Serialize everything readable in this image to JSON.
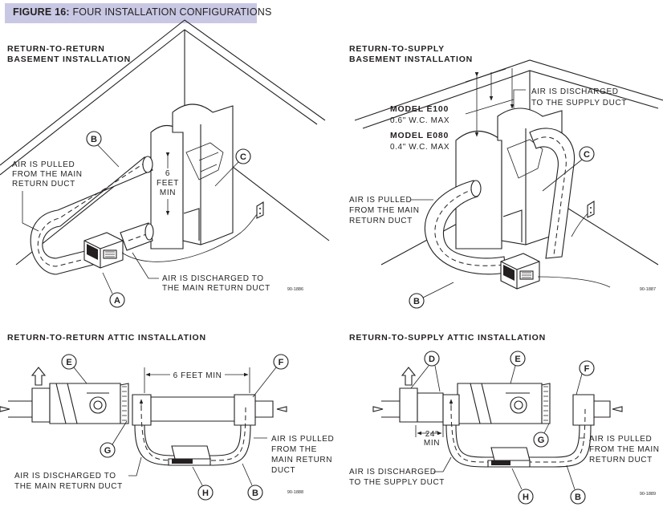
{
  "figure": {
    "number": "FIGURE 16:",
    "title": "FOUR INSTALLATION CONFIGURATIONS"
  },
  "panels": {
    "rr_basement": {
      "title_line1": "RETURN-TO-RETURN",
      "title_line2": "BASEMENT INSTALLATION",
      "air_pulled": [
        "AIR IS PULLED",
        "FROM THE MAIN",
        "RETURN DUCT"
      ],
      "discharged": [
        "AIR IS DISCHARGED TO",
        "THE MAIN RETURN DUCT"
      ],
      "distance": [
        "6",
        "FEET",
        "MIN"
      ],
      "callouts": [
        "A",
        "B",
        "C"
      ],
      "code": "90-1886"
    },
    "rs_basement": {
      "title_line1": "RETURN-TO-SUPPLY",
      "title_line2": "BASEMENT INSTALLATION",
      "models": [
        {
          "name": "MODEL E100",
          "spec": "0.6\" W.C. MAX"
        },
        {
          "name": "MODEL E080",
          "spec": "0.4\" W.C. MAX"
        }
      ],
      "discharged": [
        "AIR IS DISCHARGED",
        "TO THE SUPPLY DUCT"
      ],
      "air_pulled": [
        "AIR IS PULLED",
        "FROM THE MAIN",
        "RETURN DUCT"
      ],
      "callouts": [
        "B",
        "C"
      ],
      "code": "90-1887"
    },
    "rr_attic": {
      "title": "RETURN-TO-RETURN ATTIC INSTALLATION",
      "distance": "6 FEET MIN",
      "air_pulled": [
        "AIR IS PULLED",
        "FROM THE",
        "MAIN RETURN",
        "DUCT"
      ],
      "discharged": [
        "AIR IS DISCHARGED TO",
        "THE MAIN RETURN DUCT"
      ],
      "callouts": [
        "E",
        "F",
        "G",
        "H",
        "B"
      ],
      "code": "90-1888"
    },
    "rs_attic": {
      "title": "RETURN-TO-SUPPLY ATTIC INSTALLATION",
      "distance": [
        "24\"",
        "MIN"
      ],
      "air_pulled": [
        "AIR IS PULLED",
        "FROM THE MAIN",
        "RETURN DUCT"
      ],
      "discharged": [
        "AIR IS DISCHARGED",
        "TO THE SUPPLY DUCT"
      ],
      "callouts": [
        "D",
        "E",
        "F",
        "G",
        "H",
        "B"
      ],
      "code": "90-1889"
    }
  }
}
